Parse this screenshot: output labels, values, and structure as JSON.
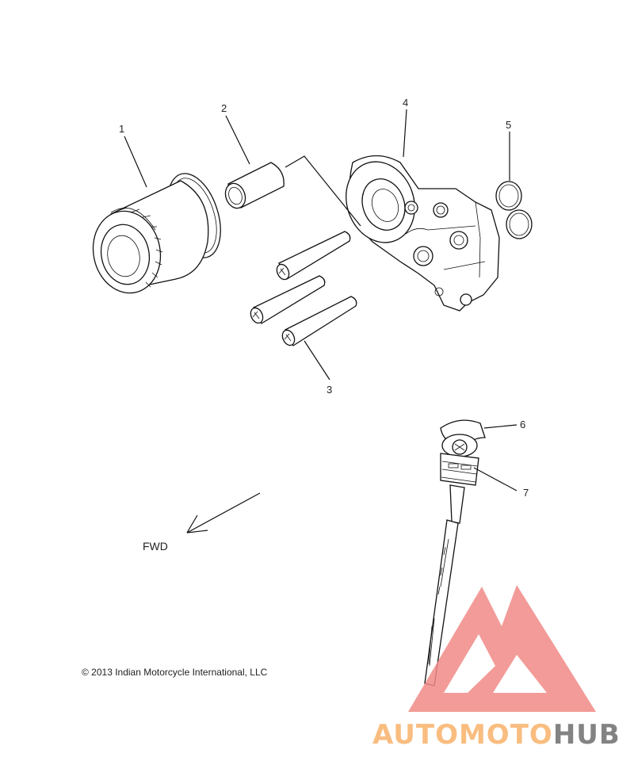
{
  "callouts": {
    "c1": "1",
    "c2": "2",
    "c3": "3",
    "c4": "4",
    "c5": "5",
    "c6": "6",
    "c7": "7"
  },
  "fwd_label": "FWD",
  "copyright": "© 2013 Indian Motorcycle International, LLC",
  "watermark": {
    "word_a": "AUTOMOTO",
    "word_b": "HUB",
    "color_a": "#f9b26a",
    "color_b": "#6e6e6e",
    "logo_color": "#f08a86"
  }
}
